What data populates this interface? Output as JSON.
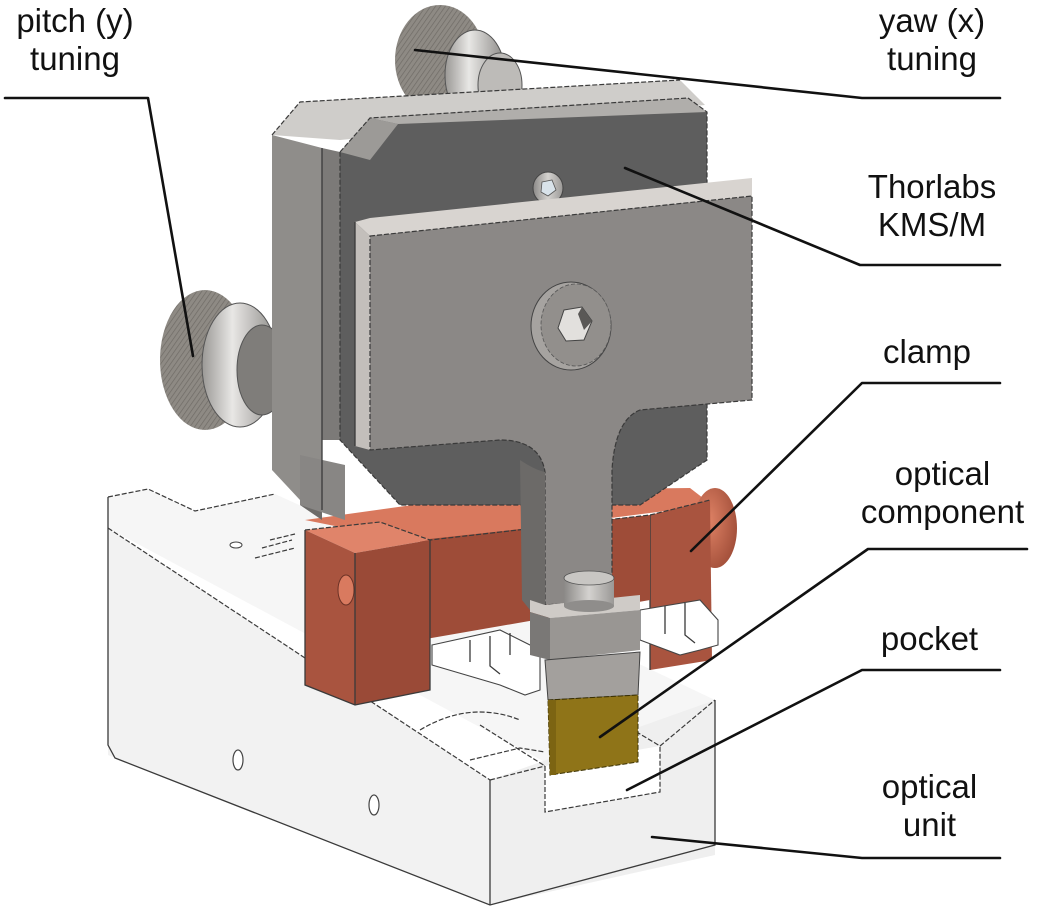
{
  "figure": {
    "title": "Kinematic mount clamping assembly for optical component",
    "colors": {
      "background": "#ffffff",
      "optical_unit": "#f4f4f4",
      "mount_dark": "#5e5e5e",
      "mount_mid": "#8a8785",
      "mount_light": "#c9c6c3",
      "clamp_copper": "#a9543f",
      "clamp_copper_light": "#d9795e",
      "optical_component_gold": "#8f7418",
      "knob_knurl": "#8c8780",
      "leader_line": "#111111"
    },
    "labels": [
      {
        "id": "pitch",
        "lines": [
          "pitch (y)",
          "tuning"
        ]
      },
      {
        "id": "yaw",
        "lines": [
          "yaw (x)",
          "tuning"
        ]
      },
      {
        "id": "thorlabs",
        "lines": [
          "Thorlabs",
          "KMS/M"
        ]
      },
      {
        "id": "clamp",
        "lines": [
          "clamp"
        ]
      },
      {
        "id": "optical_component",
        "lines": [
          "optical",
          "component"
        ]
      },
      {
        "id": "pocket",
        "lines": [
          "pocket"
        ]
      },
      {
        "id": "optical_unit",
        "lines": [
          "optical",
          "unit"
        ]
      }
    ]
  }
}
